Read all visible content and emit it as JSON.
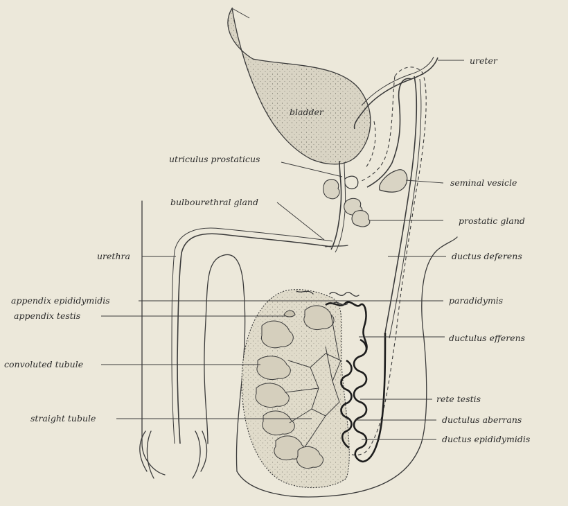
{
  "labels": {
    "ureter": "ureter",
    "bladder": "bladder",
    "utriculus_prostaticus": "utriculus prostaticus",
    "seminal_vesicle": "seminal vesicle",
    "bulbourethral_gland": "bulbourethral gland",
    "prostatic_gland": "prostatic gland",
    "urethra": "urethra",
    "ductus_deferens": "ductus deferens",
    "appendix_epididymidis": "appendix epididymidis",
    "paradidymis": "paradidymis",
    "appendix_testis": "appendix testis",
    "ductulus_efferens": "ductulus efferens",
    "convoluted_tubule": "convoluted tubule",
    "rete_testis": "rete testis",
    "straight_tubule": "straight tubule",
    "ductulus_aberrans": "ductulus aberrans",
    "ductus_epididymidis": "ductus epididymidis"
  }
}
